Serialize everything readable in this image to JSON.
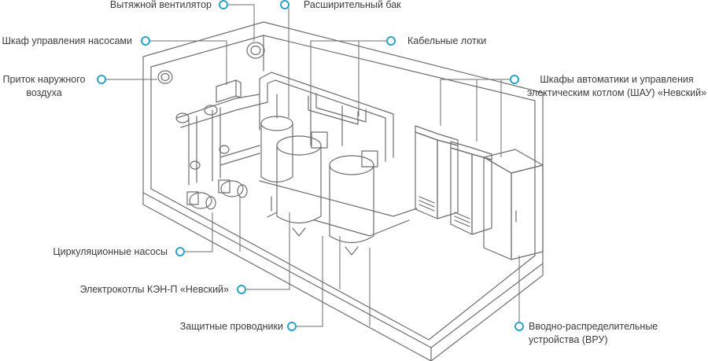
{
  "diagram": {
    "accent_color": "#2aa4c8",
    "line_color": "#6e6e6e",
    "labels": {
      "fan": "Вытяжной вентилятор",
      "expansion_tank": "Расширительный бак",
      "pump_cabinet": "Шкаф управления насосами",
      "cable_trays": "Кабельные лотки",
      "air_inlet_line1": "Приток наружного",
      "air_inlet_line2": "воздуха",
      "automation_line1": "Шкафы автоматики и управления",
      "automation_line2": "электическим котлом (ШАУ) «Невский»",
      "pumps": "Циркуляционные насосы",
      "boilers": "Электрокотлы КЭН-П «Невский»",
      "ground": "Защитные проводники",
      "vru_line1": "Вводно-распределительные",
      "vru_line2": "устройства (ВРУ)"
    }
  }
}
